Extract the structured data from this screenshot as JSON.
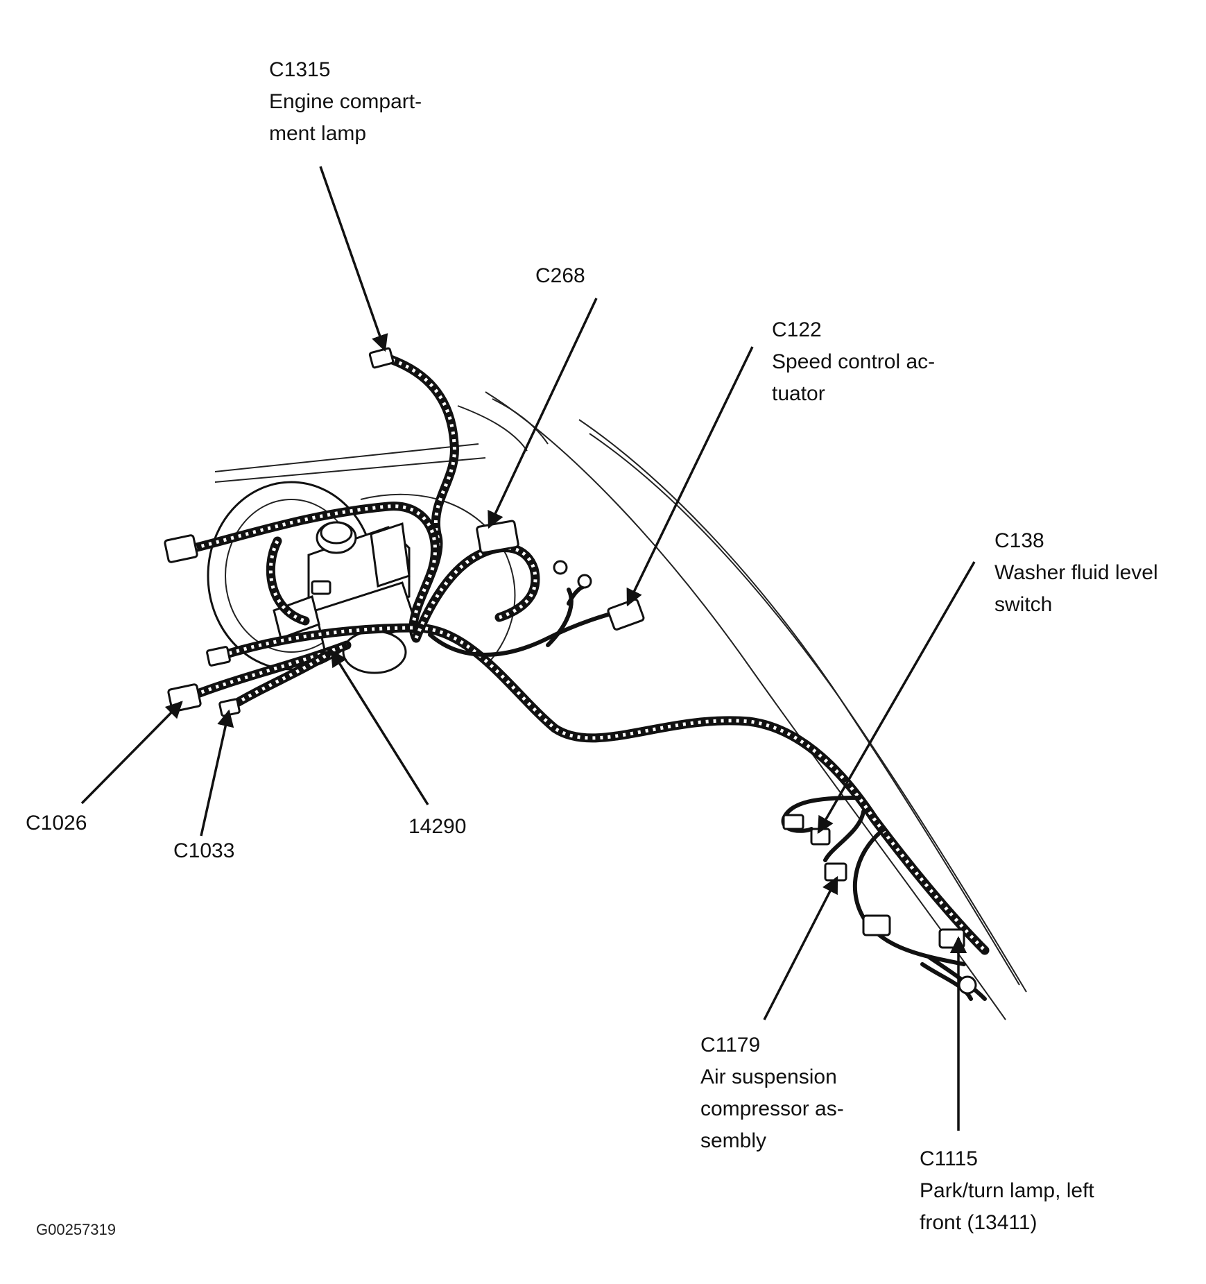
{
  "callouts": {
    "c1315": {
      "code": "C1315",
      "desc": "Engine compart-\nment lamp"
    },
    "c268": {
      "code": "C268",
      "desc": ""
    },
    "c122": {
      "code": "C122",
      "desc": "Speed control ac-\ntuator"
    },
    "c138": {
      "code": "C138",
      "desc": "Washer fluid level\nswitch"
    },
    "c1026": {
      "code": "C1026",
      "desc": ""
    },
    "c1033": {
      "code": "C1033",
      "desc": ""
    },
    "harness": {
      "code": "14290",
      "desc": ""
    },
    "c1179": {
      "code": "C1179",
      "desc": "Air suspension\ncompressor as-\nsembly"
    },
    "c1115": {
      "code": "C1115",
      "desc": "Park/turn lamp, left\nfront (13411)"
    }
  },
  "figure_id": "G00257319"
}
